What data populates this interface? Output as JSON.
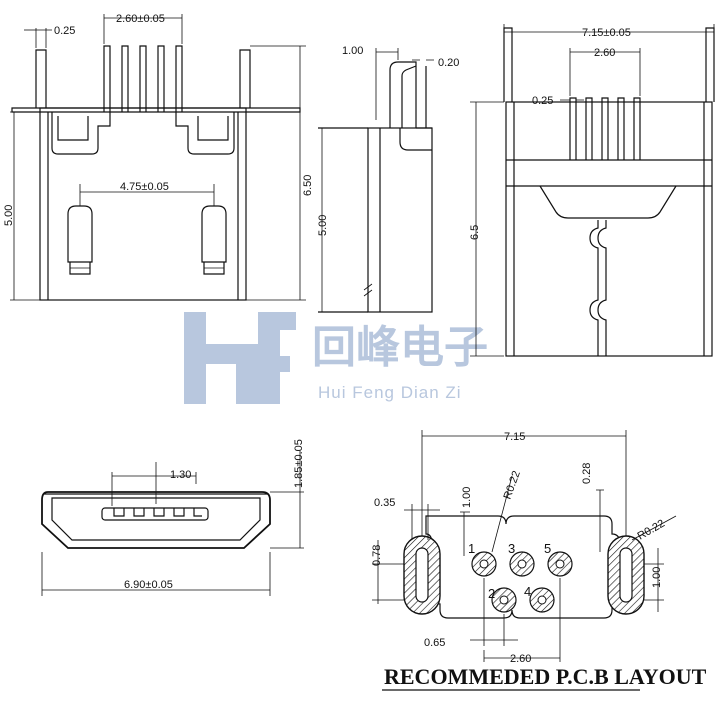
{
  "watermark": {
    "logo": "hf",
    "title": "回峰电子",
    "subtitle": "Hui Feng Dian Zi"
  },
  "front_view": {
    "pin_thickness": "0.25",
    "pin_pitch": "2.60±0.05",
    "height": "5.00",
    "total_height": "6.50",
    "tab_spacing": "4.75±0.05"
  },
  "side_view": {
    "dim_a": "1.00",
    "dim_b": "0.20",
    "height": "5.00"
  },
  "top_view": {
    "width": "7.15±0.05",
    "pin_span": "2.60",
    "pin_thickness": "0.25",
    "height": "6.5"
  },
  "port_view": {
    "tongue_width": "1.30",
    "height": "1.85±0.05",
    "width": "6.90±0.05"
  },
  "pcb_layout": {
    "title": "RECOMMEDED P.C.B LAYOUT",
    "width": "7.15",
    "radius_left": "R0.22",
    "radius_right": "R0.22",
    "dim_028": "0.28",
    "dim_035": "0.35",
    "dim_100_top": "1.00",
    "dim_078": "0.78",
    "dim_100_right": "1.00",
    "dim_065": "0.65",
    "dim_260": "2.60",
    "pins": [
      "1",
      "2",
      "3",
      "4",
      "5"
    ]
  }
}
